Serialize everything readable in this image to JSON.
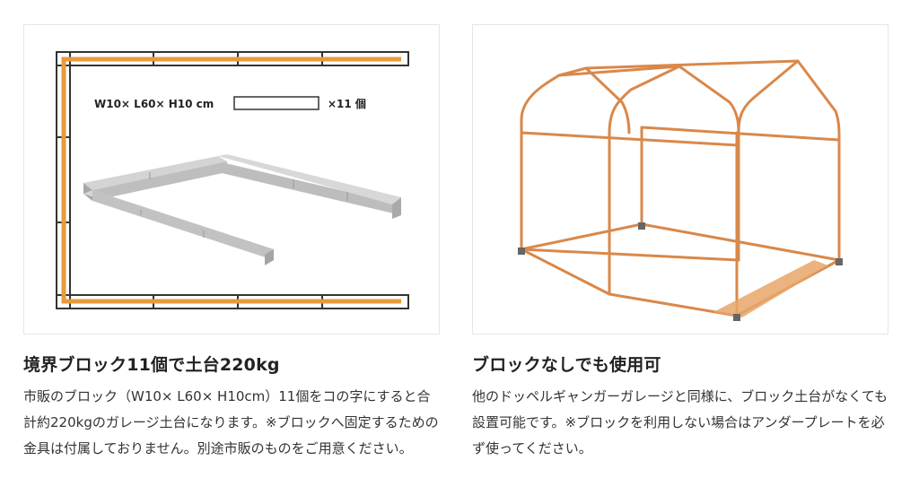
{
  "left_card": {
    "image": {
      "dimension_label": "W10× L60× H10 cm",
      "count_label": "×11 個"
    },
    "title": "境界ブロック11個で土台220kg",
    "description": "市販のブロック（W10× L60× H10cm）11個をコの字にすると合計約220kgのガレージ土台になります。※ブロックへ固定するための金具は付属しておりません。別途市販のものをご用意ください。"
  },
  "right_card": {
    "title": "ブロックなしでも使用可",
    "description": "他のドッペルギャンガーガレージと同様に、ブロック土台がなくても設置可能です。※ブロックを利用しない場合はアンダープレートを必ず使ってください。"
  },
  "colors": {
    "frame_orange": "#e89a3c",
    "pipe_orange": "#d9884a",
    "concrete": "#c9c9c9"
  }
}
